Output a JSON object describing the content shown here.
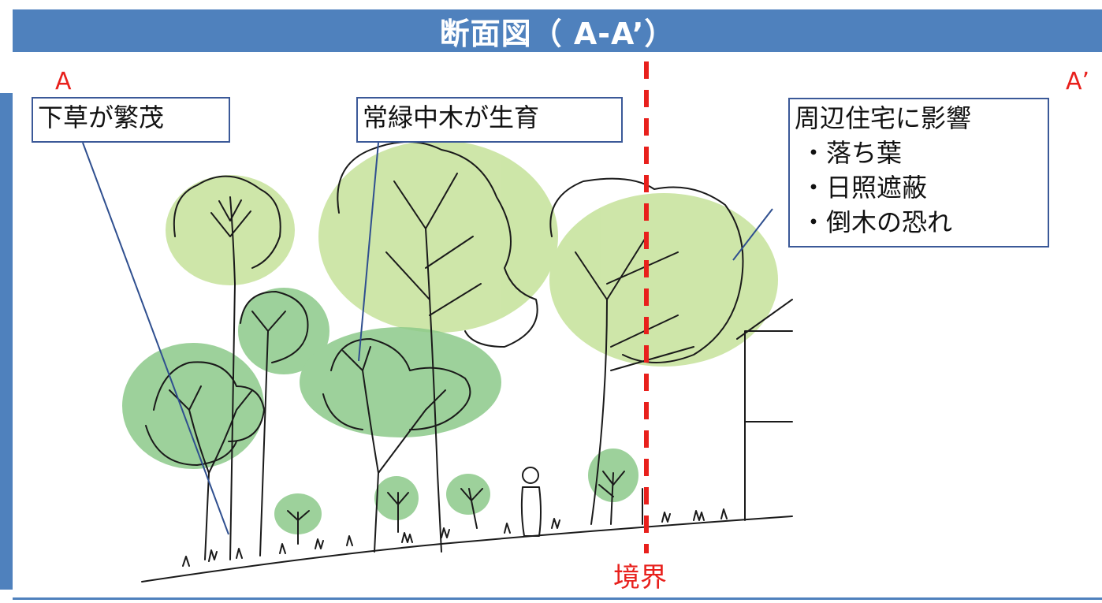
{
  "title": "断面図（ A-A’）",
  "markers": {
    "start": "A",
    "end": "A’"
  },
  "boundary_label": "境界",
  "callouts": {
    "undergrowth": "下草が繁茂",
    "evergreen": "常緑中木が生育",
    "impact": {
      "heading": "周辺住宅に影響",
      "items": [
        "・落ち葉",
        "・日照遮蔽",
        "・倒木の恐れ"
      ]
    }
  },
  "colors": {
    "header": "#4f81bd",
    "boundary": "#e8201c",
    "canopy_light": "#c5e29a",
    "canopy_dark": "#8cc98a",
    "callout_border": "#3b5998"
  }
}
